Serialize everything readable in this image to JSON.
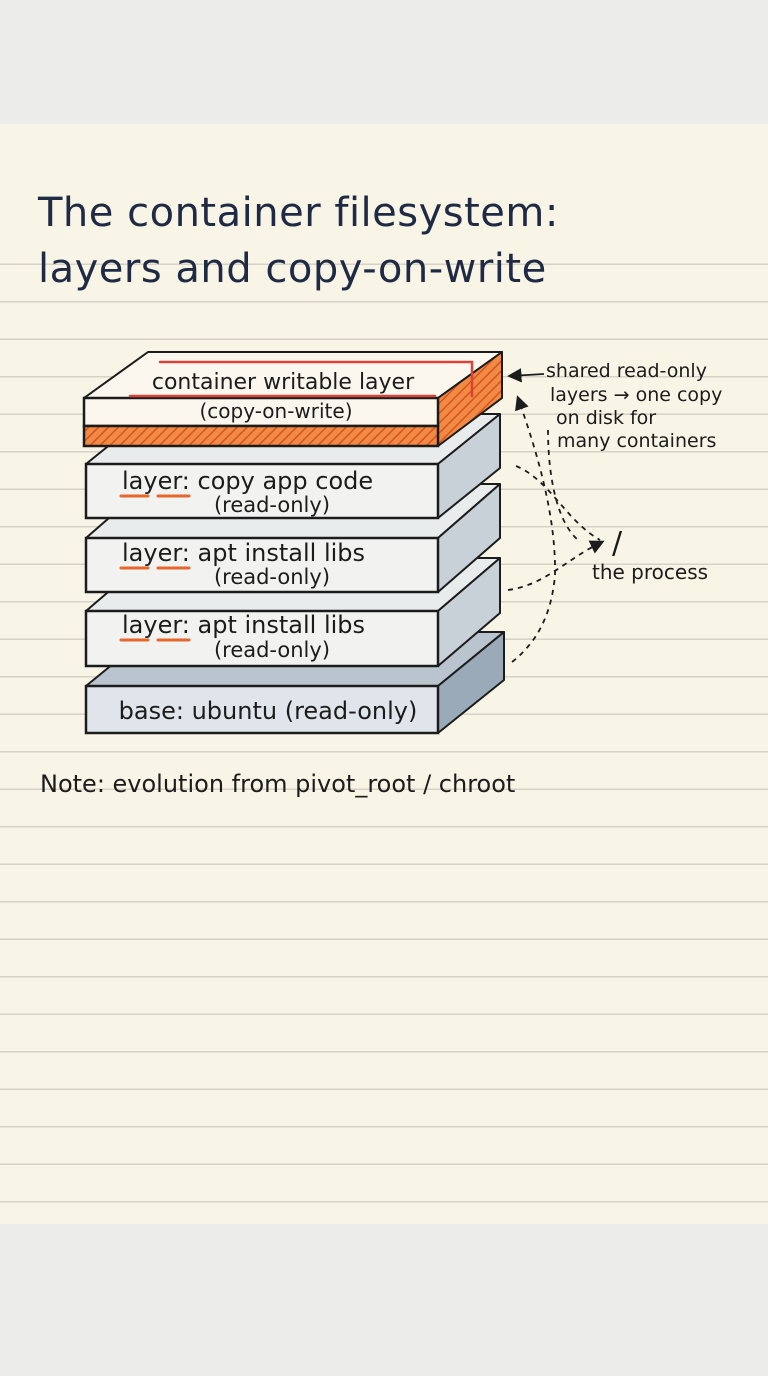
{
  "title": {
    "line1": "The container filesystem:",
    "line2": "layers and copy-on-write"
  },
  "layers": [
    {
      "id": "writable",
      "label": "container writable layer",
      "sublabel": "(copy-on-write)"
    },
    {
      "id": "layer-app",
      "prefix": "layer",
      "label": ": copy app code",
      "sublabel": "(read-only)"
    },
    {
      "id": "layer-libs-1",
      "prefix": "layer",
      "label": ": apt install libs",
      "sublabel": "(read-only)"
    },
    {
      "id": "layer-libs-2",
      "prefix": "layer",
      "label": ": apt install libs",
      "sublabel": "(read-only)"
    },
    {
      "id": "base",
      "label": "base: ubuntu (read-only)"
    }
  ],
  "annotations": {
    "shared": [
      "shared read-only",
      "layers → one copy",
      "on disk for",
      "many containers"
    ],
    "root_symbol": "/",
    "process": "the process"
  },
  "note": "Note: evolution from pivot_root / chroot",
  "colors": {
    "ink": "#1c1c1c",
    "title_ink": "#1f2a44",
    "accent_orange": "#e8662a",
    "accent_red": "#d9443a",
    "layer_face": "#f2f3f1",
    "layer_side": "#c9d1d8",
    "base_face": "#dfe5ea",
    "base_side": "#9aaab9",
    "paper": "#f8f4e6"
  }
}
